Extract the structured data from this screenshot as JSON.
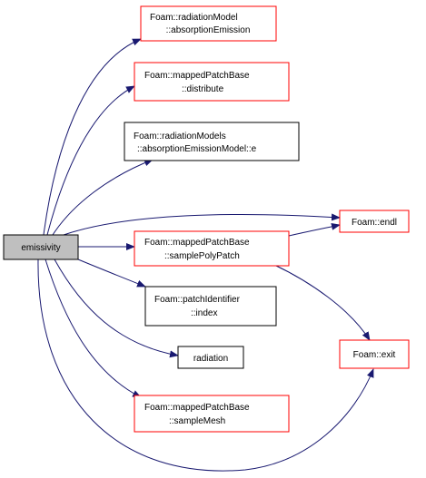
{
  "graph": {
    "root": {
      "id": "emissivity",
      "label": "emissivity"
    },
    "nodes": [
      {
        "id": "absEmission",
        "lines": [
          "Foam::radiationModel",
          "::absorptionEmission"
        ],
        "border": "red"
      },
      {
        "id": "distribute",
        "lines": [
          "Foam::mappedPatchBase",
          "::distribute"
        ],
        "border": "red"
      },
      {
        "id": "absEmissionModelE",
        "lines": [
          "Foam::radiationModels",
          "::absorptionEmissionModel::e"
        ],
        "border": "black"
      },
      {
        "id": "endl",
        "lines": [
          "Foam::endl"
        ],
        "border": "red"
      },
      {
        "id": "samplePolyPatch",
        "lines": [
          "Foam::mappedPatchBase",
          "::samplePolyPatch"
        ],
        "border": "red"
      },
      {
        "id": "index",
        "lines": [
          "Foam::patchIdentifier",
          "::index"
        ],
        "border": "black"
      },
      {
        "id": "radiation",
        "lines": [
          "radiation"
        ],
        "border": "black"
      },
      {
        "id": "exit",
        "lines": [
          "Foam::exit"
        ],
        "border": "red"
      },
      {
        "id": "sampleMesh",
        "lines": [
          "Foam::mappedPatchBase",
          "::sampleMesh"
        ],
        "border": "red"
      }
    ],
    "edges": [
      {
        "from": "emissivity",
        "to": "absEmission"
      },
      {
        "from": "emissivity",
        "to": "distribute"
      },
      {
        "from": "emissivity",
        "to": "absEmissionModelE"
      },
      {
        "from": "emissivity",
        "to": "endl"
      },
      {
        "from": "emissivity",
        "to": "samplePolyPatch"
      },
      {
        "from": "emissivity",
        "to": "index"
      },
      {
        "from": "emissivity",
        "to": "radiation"
      },
      {
        "from": "emissivity",
        "to": "sampleMesh"
      },
      {
        "from": "emissivity",
        "to": "exit"
      },
      {
        "from": "samplePolyPatch",
        "to": "endl"
      },
      {
        "from": "samplePolyPatch",
        "to": "exit"
      }
    ],
    "colors": {
      "edge": "#191970",
      "red_border": "#ff0000",
      "black_border": "#000000",
      "root_fill": "#bfbfbf",
      "node_fill": "#ffffff"
    }
  }
}
